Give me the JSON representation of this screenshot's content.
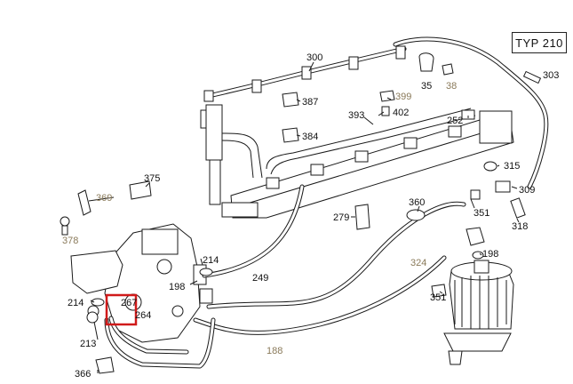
{
  "type_badge": "TYP 210",
  "callouts": {
    "c300": "300",
    "c35": "35",
    "c38": "38",
    "c303": "303",
    "c387": "387",
    "c399": "399",
    "c402": "402",
    "c393": "393",
    "c252": "252",
    "c384": "384",
    "c375": "375",
    "c369": "369",
    "c315": "315",
    "c309": "309",
    "c360": "360",
    "c351a": "351",
    "c279": "279",
    "c318": "318",
    "c378": "378",
    "c214a": "214",
    "c324": "324",
    "c198a": "198",
    "c198b": "198",
    "c249": "249",
    "c351b": "351",
    "c214b": "214",
    "c267": "267",
    "c264": "264",
    "c213": "213",
    "c188": "188",
    "c366": "366"
  },
  "colors": {
    "highlight": "#d01a1a",
    "muted_label": "#8a7a5a"
  }
}
